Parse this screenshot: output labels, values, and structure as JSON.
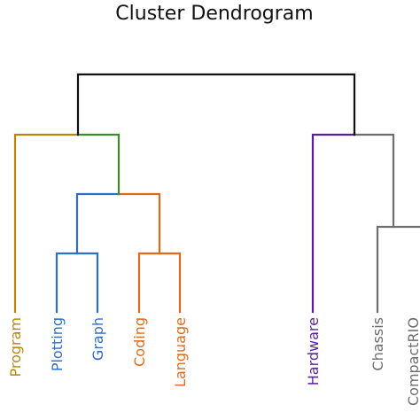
{
  "title": "Cluster Dendrogram",
  "colors": {
    "root": "#111111",
    "program": "#b8860b",
    "link_green": "#3d8b2a",
    "plotting_group": "#2e6fc4",
    "coding_group": "#e06a1c",
    "hardware": "#5a1f9e",
    "gray_group": "#6e6e6e"
  },
  "leaves": [
    {
      "label": "Program",
      "color": "#b8860b"
    },
    {
      "label": "Plotting",
      "color": "#2e6fc4"
    },
    {
      "label": "Graph",
      "color": "#2e6fc4"
    },
    {
      "label": "Coding",
      "color": "#e06a1c"
    },
    {
      "label": "Language",
      "color": "#e06a1c"
    },
    {
      "label": "Hardware",
      "color": "#5a1f9e"
    },
    {
      "label": "Chassis",
      "color": "#6e6e6e"
    },
    {
      "label": "CompactRIO",
      "color": "#6e6e6e"
    }
  ]
}
